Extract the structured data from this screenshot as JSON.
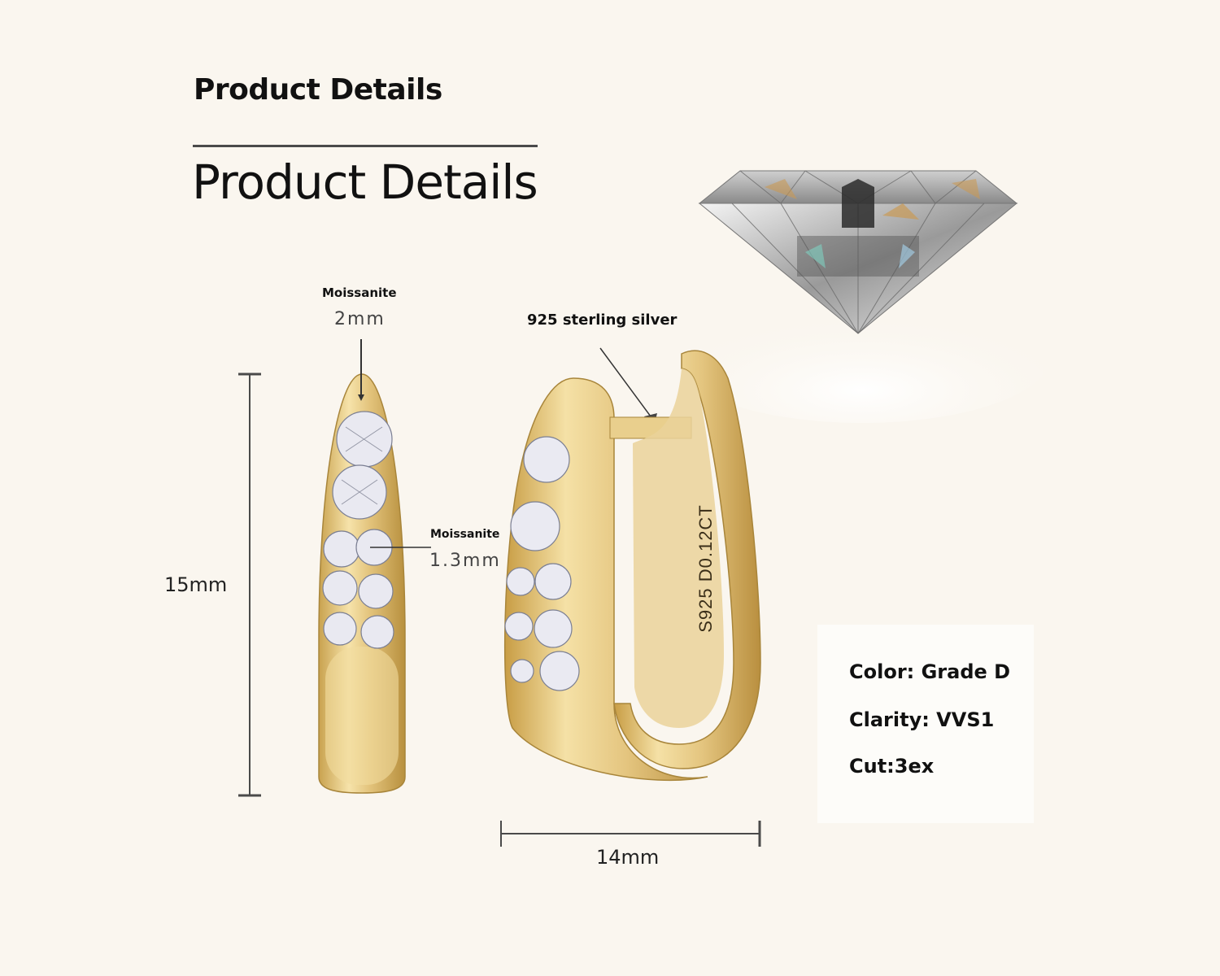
{
  "header": {
    "title_bold": "Product Details",
    "title_light": "Product Details"
  },
  "annotations": {
    "large_stone": {
      "label": "Moissanite",
      "size": "2mm"
    },
    "small_stone": {
      "label": "Moissanite",
      "size": "1.3mm"
    },
    "metal": {
      "label": "925 sterling silver"
    },
    "engraving": "S925 D0.12CT"
  },
  "dimensions": {
    "height": "15mm",
    "width": "14mm"
  },
  "specs": {
    "color": "Color: Grade D",
    "clarity": "Clarity: VVS1",
    "cut": "Cut:3ex"
  },
  "colors": {
    "background": "#faf6ef",
    "gold": "#e2c27a",
    "line": "#4a4a4a"
  }
}
